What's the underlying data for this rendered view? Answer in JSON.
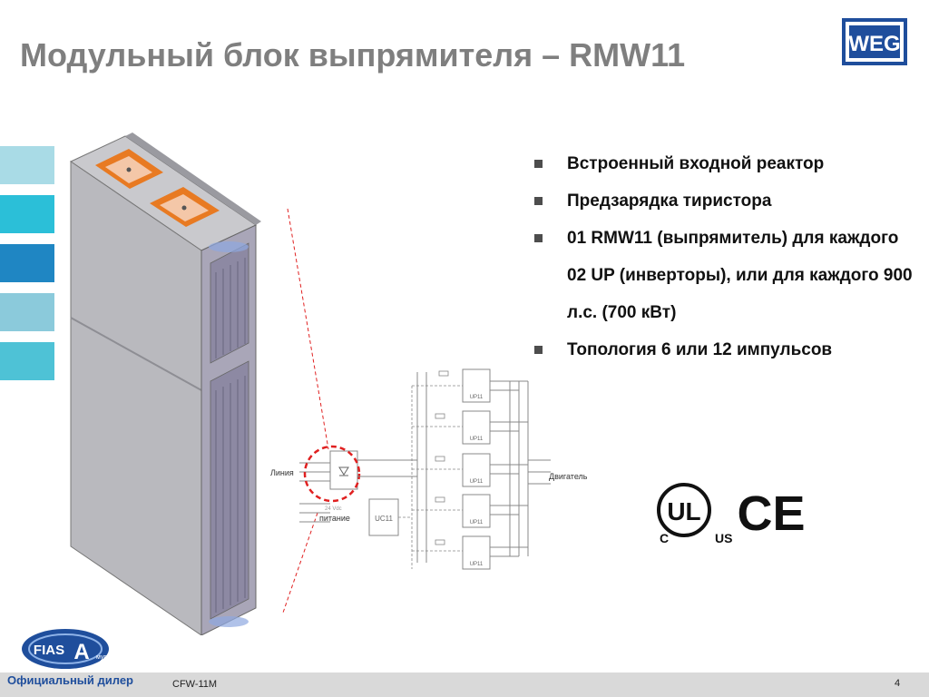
{
  "slide": {
    "title": "Модульный блок выпрямителя – RMW11",
    "brand_logo": "WEG",
    "bullets": [
      "Встроенный входной реактор",
      "Предзарядка тиристора",
      "01 RMW11 (выпрямитель) для каждого 02 UP (инверторы), или для каждого 900 л.с. (700 кВт)",
      "Топология 6 или 12 импульсов"
    ],
    "sidebar_colors": [
      "#a9dbe6",
      "#2bbfd8",
      "#1f86c3",
      "#8bcadb",
      "#4ec2d6"
    ]
  },
  "schematic": {
    "line_label": "Линия",
    "supply_label": "питание",
    "supply_voltage": "24 Vdc",
    "controller_label": "UC11",
    "motor_label": "Двигатель",
    "module_label": "UP11"
  },
  "certifications": {
    "ul_letters": "UL",
    "ul_c": "C",
    "ul_us": "US",
    "ce": "CE"
  },
  "footer": {
    "dealer": "Официальный дилер",
    "product": "CFW-11M",
    "page_number": "4",
    "partner_logo_main": "FIAS",
    "partner_logo_letter": "A",
    "partner_logo_sub": "мур"
  },
  "colors": {
    "title": "#7f7f7f",
    "brand_blue": "#1f4e9c",
    "highlight_red": "#e02020",
    "bullet_text": "#111111"
  }
}
